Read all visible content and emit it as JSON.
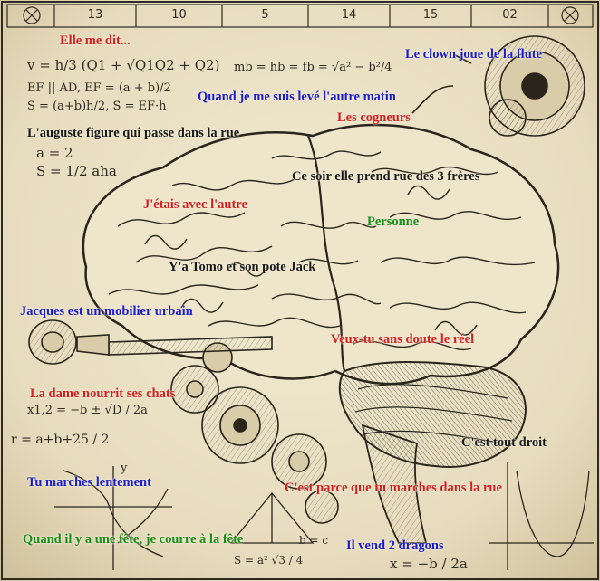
{
  "colors": {
    "paper": "#e9dfc3",
    "ink": "#2f2a22",
    "red": "#d51f1f",
    "blue": "#1c1ccf",
    "green": "#1a8c1a",
    "black": "#1a1a1a"
  },
  "ruler": [
    "13",
    "10",
    "5",
    "14",
    "15",
    "02"
  ],
  "phrases": [
    {
      "id": "elle-me-dit",
      "text": "Elle me dit...",
      "color": "red"
    },
    {
      "id": "clown-flute",
      "text": "Le clown joue de la flute",
      "color": "blue"
    },
    {
      "id": "quand-je-me-suis-leve",
      "text": "Quand je me suis levé l'autre matin",
      "color": "blue"
    },
    {
      "id": "les-cogneurs",
      "text": "Les cogneurs",
      "color": "red"
    },
    {
      "id": "auguste-figure",
      "text": "L'auguste figure qui passe dans la rue",
      "color": "black"
    },
    {
      "id": "ce-soir-elle",
      "text": "Ce soir elle prend rue des 3 frères",
      "color": "black"
    },
    {
      "id": "j-etais-avec",
      "text": "J'étais avec l'autre",
      "color": "red"
    },
    {
      "id": "personne",
      "text": "Personne",
      "color": "green"
    },
    {
      "id": "tomo-jack",
      "text": "Y'a Tomo et son pote Jack",
      "color": "black"
    },
    {
      "id": "jacques-mobilier",
      "text": "Jacques est un mobilier urbain",
      "color": "blue"
    },
    {
      "id": "veux-tu",
      "text": "Veux-tu sans doute le réel",
      "color": "red"
    },
    {
      "id": "la-dame",
      "text": "La dame nourrit ses chats",
      "color": "red"
    },
    {
      "id": "tout-droit",
      "text": "C'est tout droit",
      "color": "black"
    },
    {
      "id": "tu-marches",
      "text": "Tu marches lentement",
      "color": "blue"
    },
    {
      "id": "c-est-parce-que",
      "text": "C'est parce que tu marches dans la rue",
      "color": "red"
    },
    {
      "id": "quand-il-y-a-fete",
      "text": "Quand il y a une fête, je courre à la fête",
      "color": "green"
    },
    {
      "id": "deux-dragons",
      "text": "Il vend 2 dragons",
      "color": "blue"
    }
  ],
  "sketch_notes": {
    "f1": "v = h/3 (Q1 + √Q1Q2 + Q2)",
    "f2": "mb = hb = fb = √a² − b²/4",
    "f3": "EF || AD, EF = (a + b)/2",
    "f4": "S = (a+b)h/2, S = EF·h",
    "f5": "a = 2",
    "f6": "S = 1/2 aha",
    "f7": "x1,2 = −b ± √D / 2a",
    "f8": "r = a+b+25 / 2",
    "f9": "S = a² √3 / 4",
    "f10": "x = −b / 2a",
    "f11": "b = c",
    "f12": "y"
  }
}
